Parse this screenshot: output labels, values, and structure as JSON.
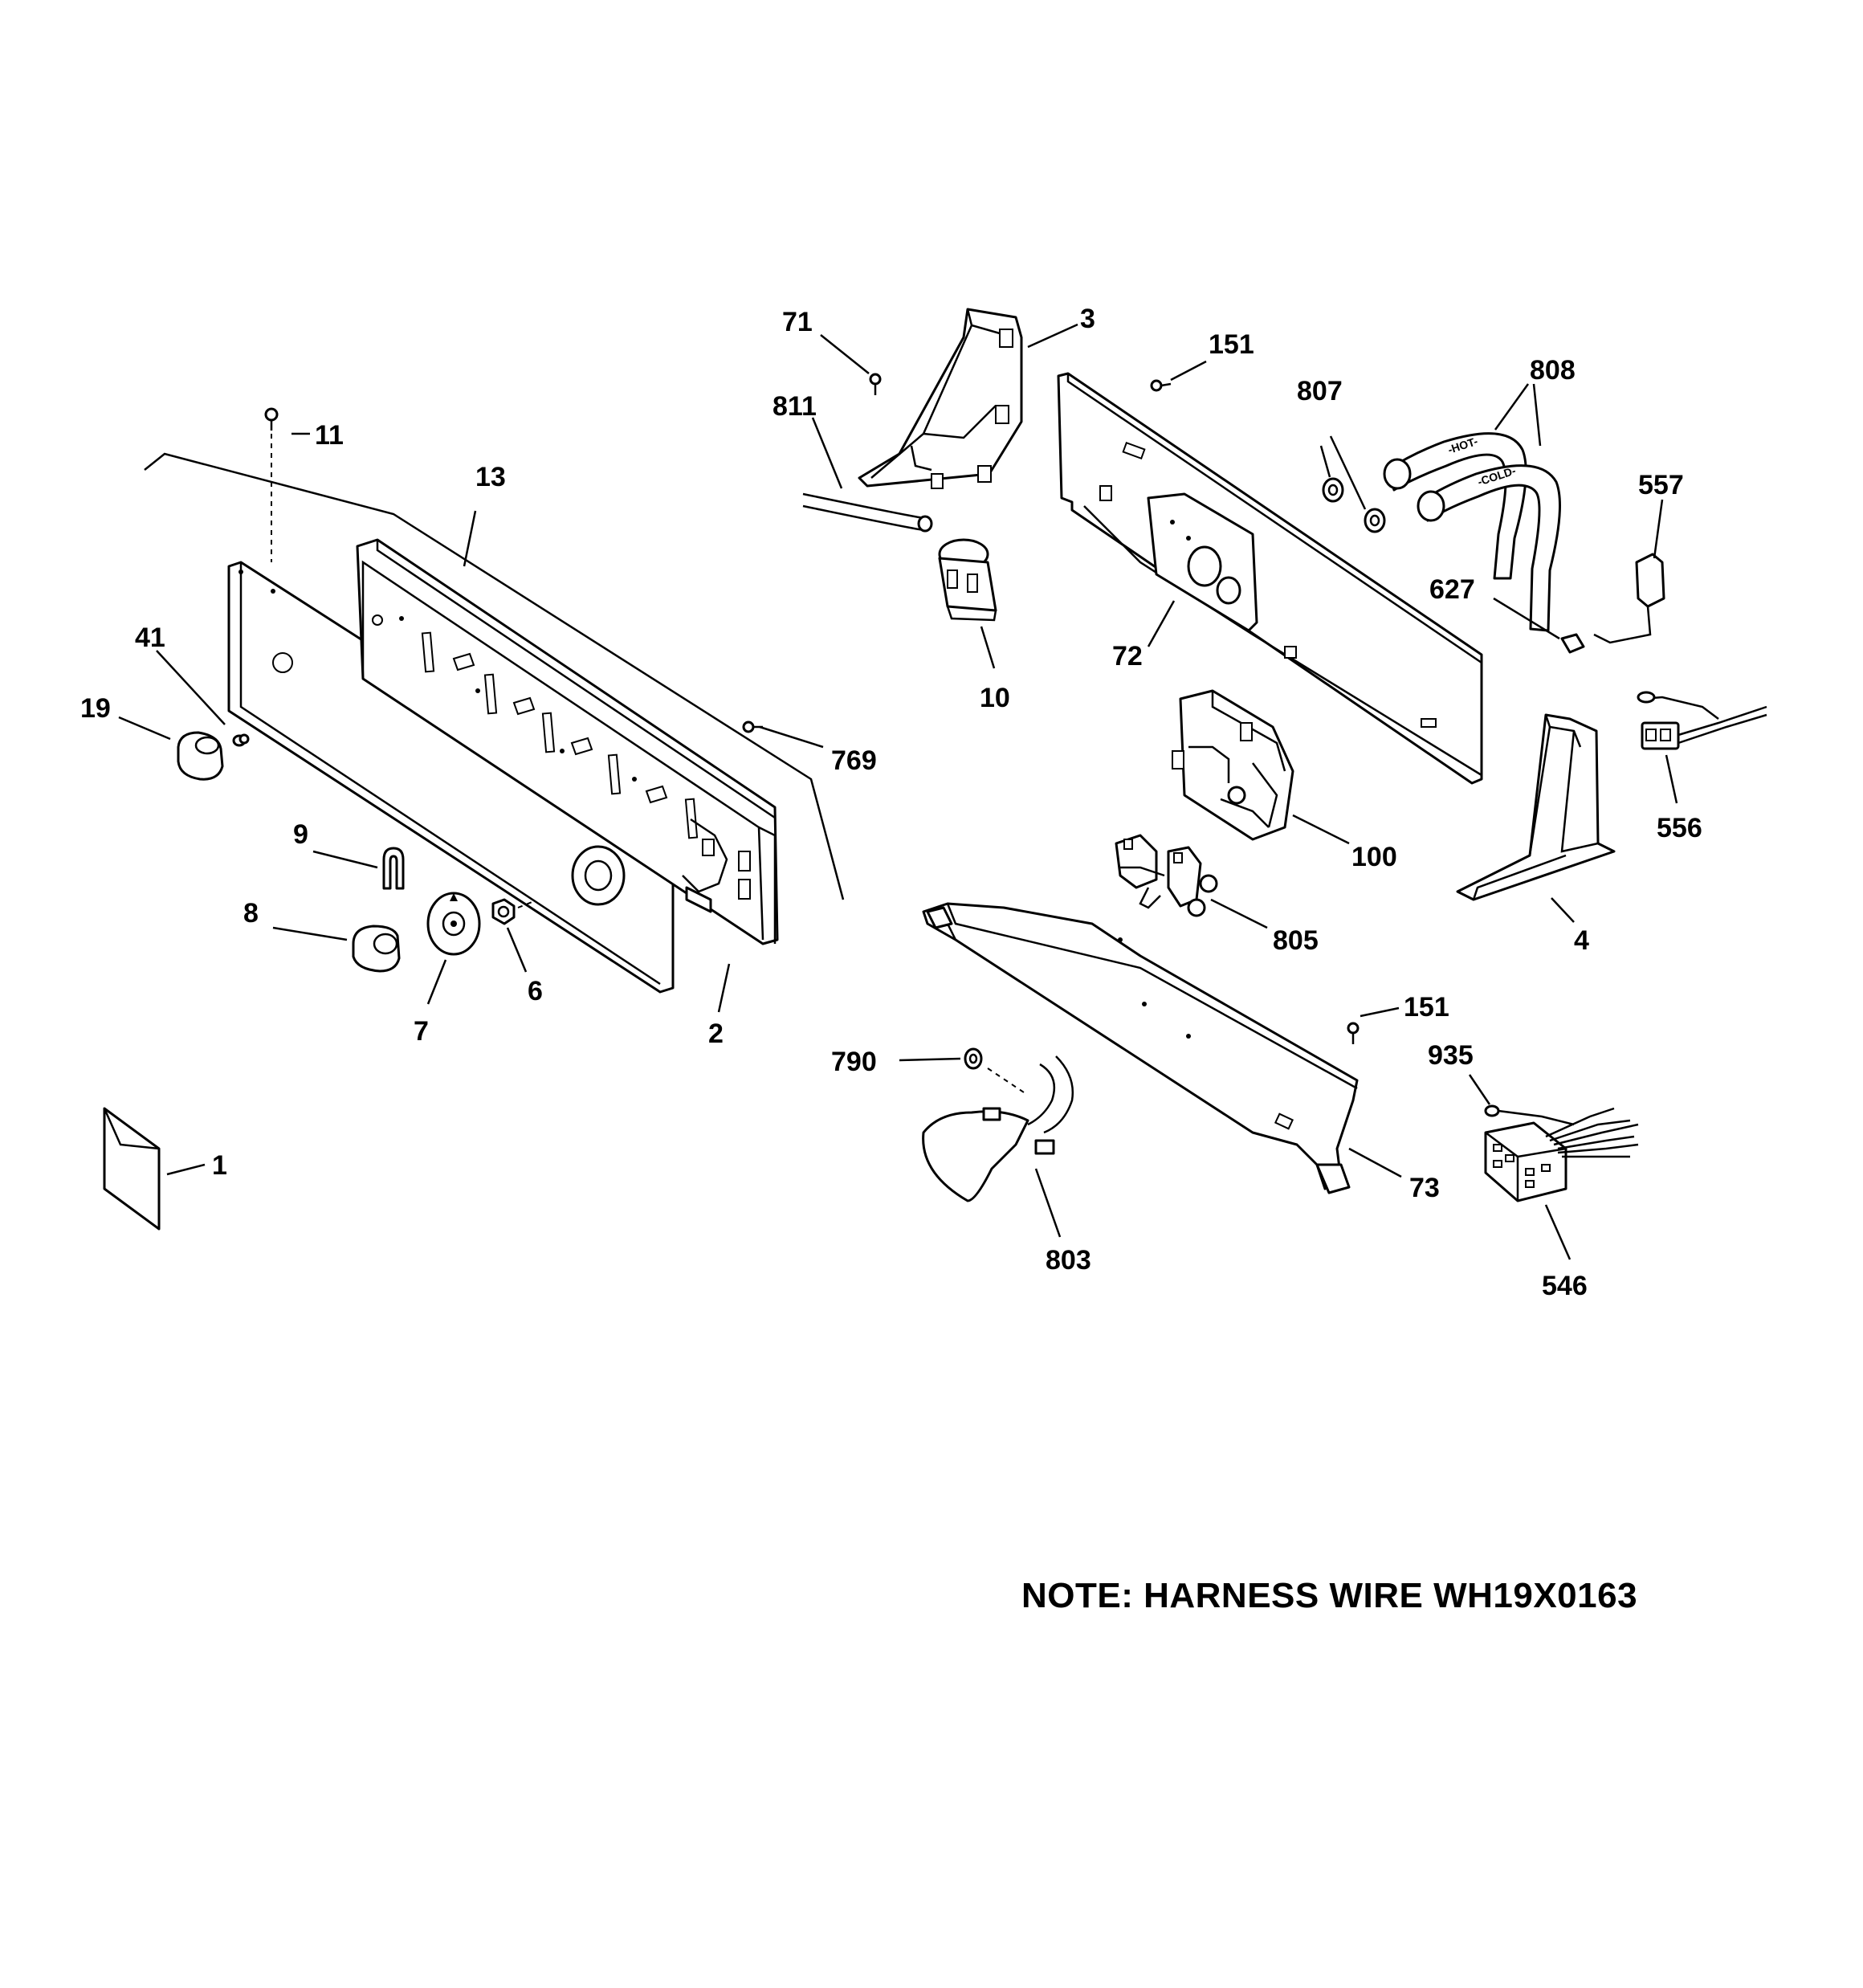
{
  "labels": {
    "p1": "1",
    "p2": "2",
    "p3": "3",
    "p4": "4",
    "p6": "6",
    "p7": "7",
    "p8": "8",
    "p9": "9",
    "p10": "10",
    "p11": "11",
    "p13": "13",
    "p19": "19",
    "p41": "41",
    "p71": "71",
    "p72": "72",
    "p73": "73",
    "p100": "100",
    "p151a": "151",
    "p151b": "151",
    "p546": "546",
    "p556": "556",
    "p557": "557",
    "p627": "627",
    "p769": "769",
    "p790": "790",
    "p803": "803",
    "p805": "805",
    "p807": "807",
    "p808": "808",
    "p811": "811",
    "p935": "935"
  },
  "hose_marks": {
    "hot": "-HOT-",
    "cold": "-COLD-"
  },
  "note": "NOTE: HARNESS WIRE WH19X0163"
}
